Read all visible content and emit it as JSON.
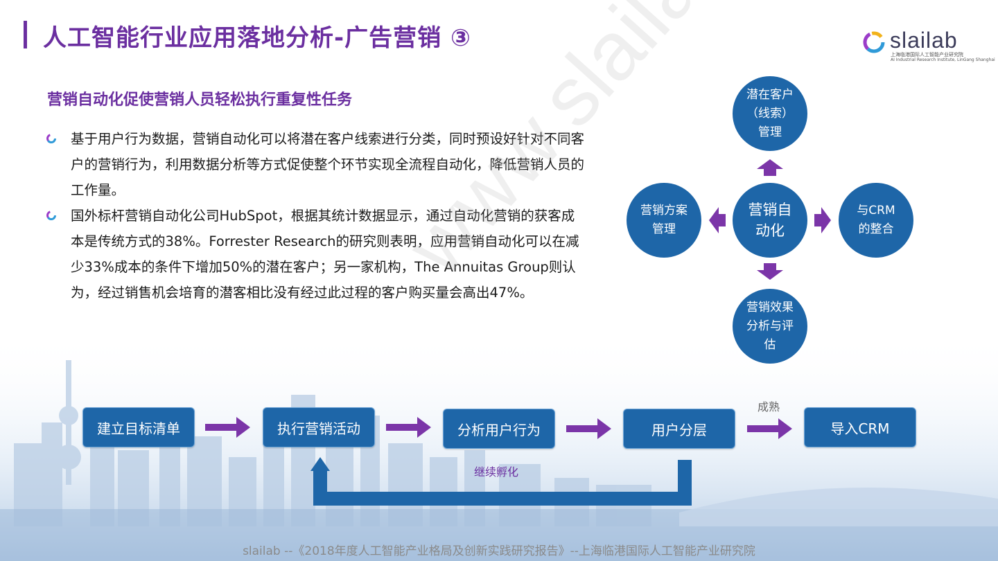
{
  "header": {
    "title": "人工智能行业应用落地分析-广告营销 ③"
  },
  "logo": {
    "name": "slailab",
    "sub_cn": "上海临港国际人工智能产业研究院",
    "sub_en": "AI Industrial Research Institute, LinGang Shanghai"
  },
  "content": {
    "subheading": "营销自动化促使营销人员轻松执行重复性任务",
    "bullets": [
      "基于用户行为数据，营销自动化可以将潜在客户线索进行分类，同时预设好针对不同客户的营销行为，利用数据分析等方式促使整个环节实现全流程自动化，降低营销人员的工作量。",
      "国外标杆营销自动化公司HubSpot，根据其统计数据显示，通过自动化营销的获客成本是传统方式的38%。Forrester Research的研究则表明，应用营销自动化可以在减少33%成本的条件下增加50%的潜在客户；另一家机构，The Annuitas Group则认为，经过销售机会培育的潜客相比没有经过此过程的客户购买量会高出47%。"
    ]
  },
  "diagram": {
    "center": "营销自\n动化",
    "top": "潜在客户\n（线索）\n管理",
    "left": "营销方案\n管理",
    "right": "与CRM\n的整合",
    "bottom": "营销效果\n分析与评\n估"
  },
  "flow": {
    "steps": [
      "建立目标清单",
      "执行营销活动",
      "分析用户行为",
      "用户分层",
      "导入CRM"
    ],
    "mature_label": "成熟",
    "loop_label": "继续孵化"
  },
  "watermark": "www.slailab.cn",
  "footer": "slailab --《2018年度人工智能产业格局及创新实践研究报告》--上海临港国际人工智能产业研究院",
  "colors": {
    "accent_purple": "#6b2fa0",
    "node_blue": "#1e66a8",
    "arrow_purple": "#7b35a8"
  }
}
